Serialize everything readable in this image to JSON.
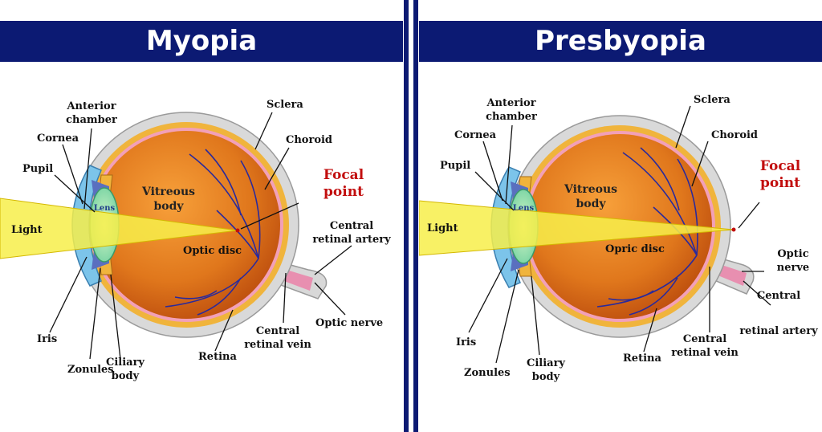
{
  "colors": {
    "banner": "#0c1a73",
    "banner_text": "#ffffff",
    "focal_point": "#c20e0e",
    "light_beam": "#f7ef4a",
    "vitreous": "#e0771c",
    "sclera": "#d9d9d9",
    "choroid": "#f0b43c",
    "retina_edge": "#f2a0b8",
    "cornea": "#7cc4ea",
    "lens": "#9be3b4",
    "vessels": "#2a2a9c"
  },
  "panels": [
    {
      "title": "Myopia",
      "labels": {
        "anterior_chamber_1": "Anterior",
        "anterior_chamber_2": "chamber",
        "cornea": "Cornea",
        "pupil": "Pupil",
        "light": "Light",
        "lens": "Lens",
        "vitreous_1": "Vitreous",
        "vitreous_2": "body",
        "sclera": "Sclera",
        "choroid": "Choroid",
        "focal_1": "Focal",
        "focal_2": "point",
        "optic_disc": "Optic disc",
        "cra_1": "Central",
        "cra_2": "retinal artery",
        "optic_nerve": "Optic nerve",
        "crv_1": "Central",
        "crv_2": "retinal vein",
        "retina": "Retina",
        "iris": "Iris",
        "zonules": "Zonules",
        "ciliary_1": "Ciliary",
        "ciliary_2": "body"
      }
    },
    {
      "title": "Presbyopia",
      "labels": {
        "anterior_chamber_1": "Anterior",
        "anterior_chamber_2": "chamber",
        "cornea": "Cornea",
        "pupil": "Pupil",
        "light": "Light",
        "lens": "Lens",
        "vitreous_1": "Vitreous",
        "vitreous_2": "body",
        "sclera": "Sclera",
        "choroid": "Choroid",
        "focal_1": "Focal",
        "focal_2": "point",
        "optic_disc": "Opric disc",
        "optic_nerve_1": "Optic",
        "optic_nerve_2": "nerve",
        "cra_1": "Central",
        "cra_2": "retinal artery",
        "crv_1": "Central",
        "crv_2": "retinal vein",
        "retina": "Retina",
        "iris": "Iris",
        "zonules": "Zonules",
        "ciliary_1": "Ciliary",
        "ciliary_2": "body"
      }
    }
  ]
}
